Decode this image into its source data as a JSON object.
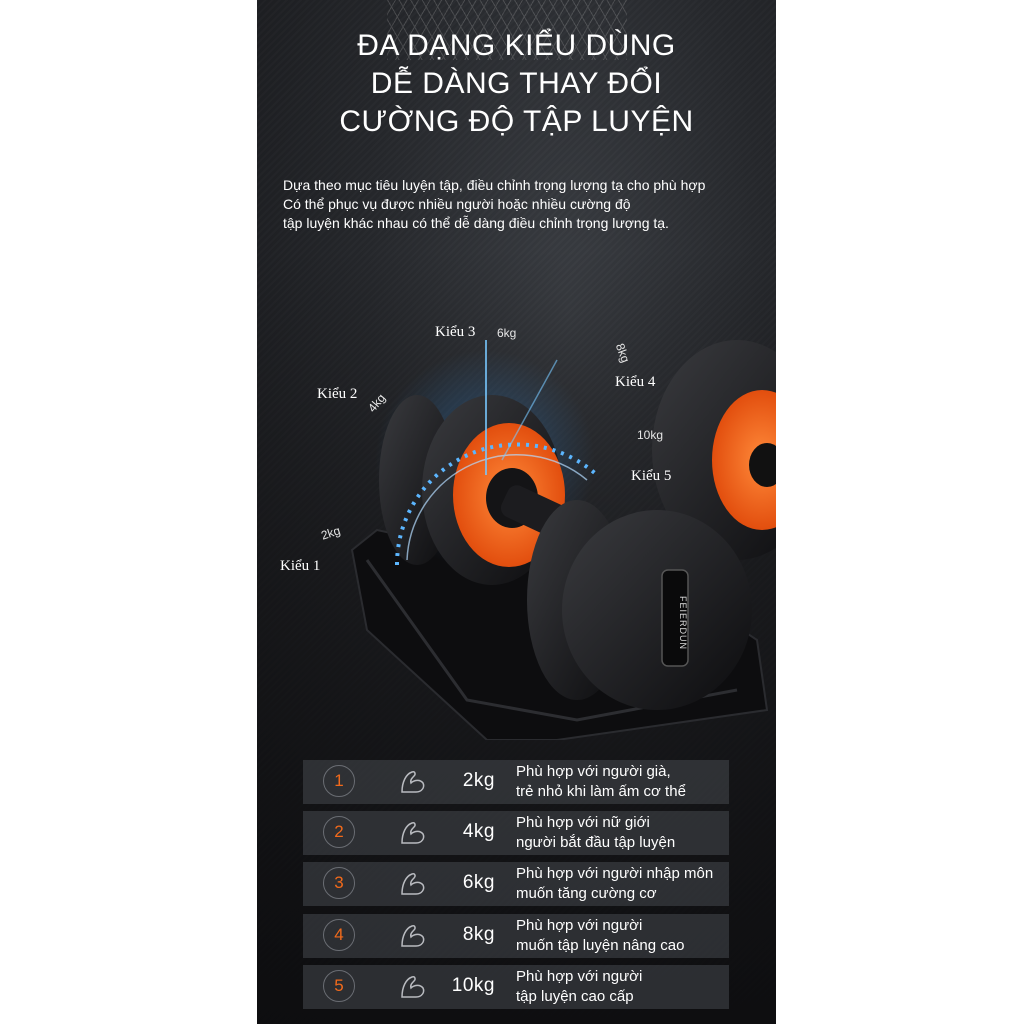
{
  "heading": {
    "line1": "ĐA DẠNG KIỂU DÙNG",
    "line2": "DỄ DÀNG THAY ĐỔI",
    "line3": "CƯỜNG ĐỘ TẬP LUYỆN"
  },
  "subtext": {
    "line1": "Dựa theo mục tiêu luyện tập, điều chỉnh trọng lượng tạ cho phù hợp",
    "line2": "Có thể phục vụ được nhiều người hoặc nhiều cường độ",
    "line3": "tập luyện khác nhau có thể dễ dàng điều chỉnh trọng lượng tạ."
  },
  "dial": {
    "modes": [
      "Kiểu 1",
      "Kiểu 2",
      "Kiểu 3",
      "Kiểu 4",
      "Kiểu 5"
    ],
    "weights": [
      "2kg",
      "4kg",
      "6kg",
      "8kg",
      "10kg"
    ]
  },
  "brand": "FEIERDUN",
  "table": [
    {
      "num": "1",
      "weight": "2kg",
      "desc1": "Phù hợp với người già,",
      "desc2": "trẻ nhỏ khi làm ấm cơ thể"
    },
    {
      "num": "2",
      "weight": "4kg",
      "desc1": "Phù hợp với nữ giới",
      "desc2": "người bắt đầu tập luyện"
    },
    {
      "num": "3",
      "weight": "6kg",
      "desc1": "Phù hợp với người nhập môn",
      "desc2": "muốn tăng cường cơ"
    },
    {
      "num": "4",
      "weight": "8kg",
      "desc1": "Phù hợp với người",
      "desc2": "muốn tập luyện nâng cao"
    },
    {
      "num": "5",
      "weight": "10kg",
      "desc1": "Phù hợp với người",
      "desc2": "tập luyện cao cấp"
    }
  ],
  "colors": {
    "accent": "#f26a1b",
    "glow": "#3aa0ff"
  },
  "icons": {
    "row": "flexed-arm-icon"
  }
}
